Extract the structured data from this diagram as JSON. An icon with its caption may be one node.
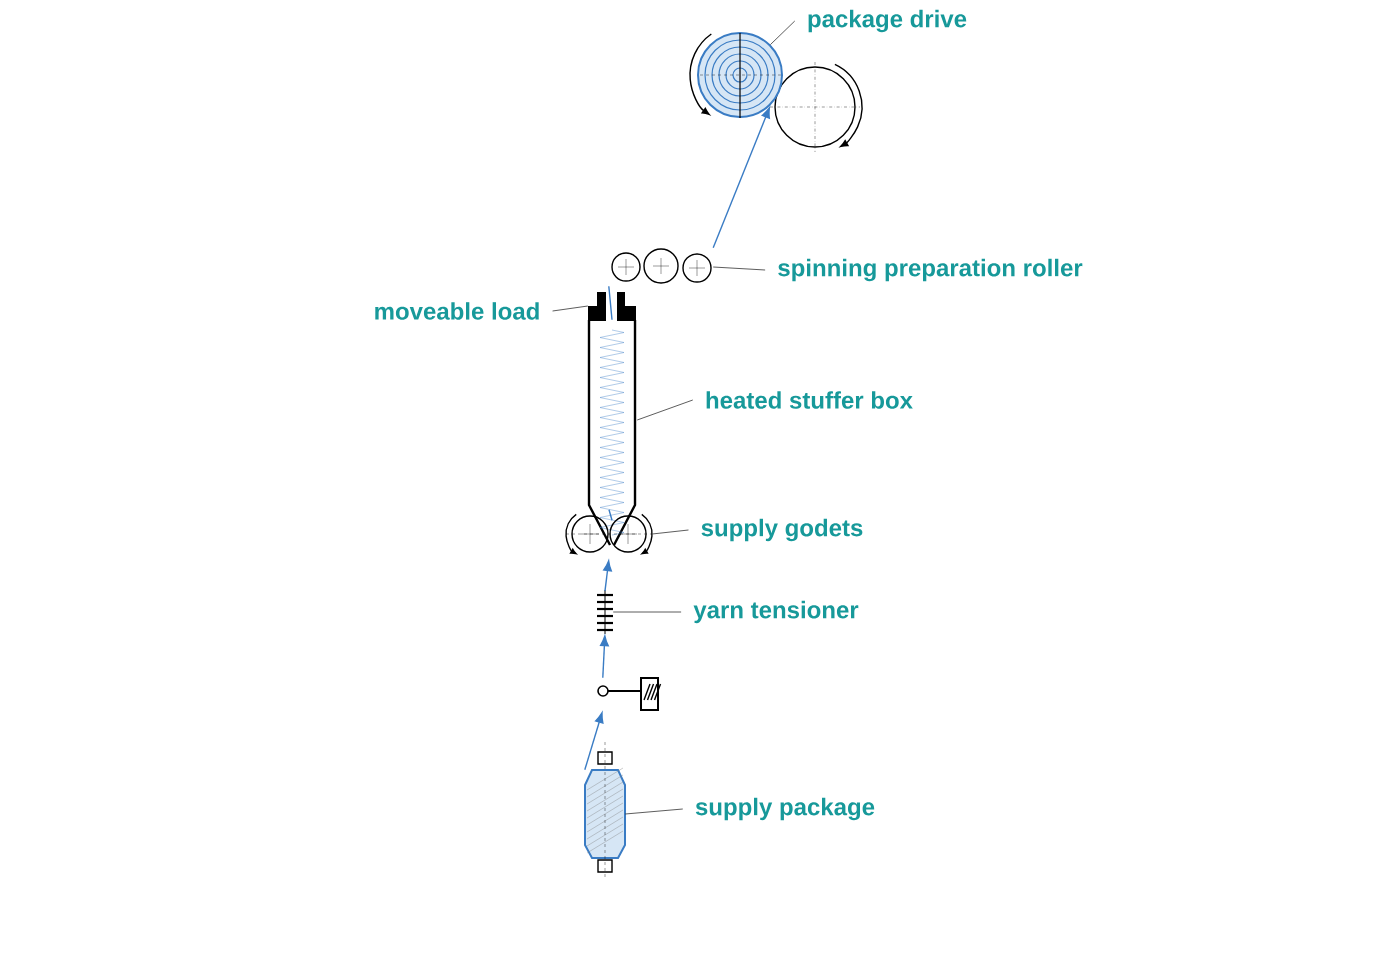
{
  "diagram": {
    "nodes": [
      {
        "text": [
          "package drive"
        ]
      },
      {
        "text": [],
        "shape": "circle"
      },
      {
        "text": [
          "spinning preparation roller"
        ]
      },
      {
        "text": [],
        "shape": "circle"
      },
      {
        "text": [
          "moveable load"
        ]
      },
      {
        "text": [],
        "shape": "box"
      },
      {
        "text": [
          "heated stuffer box"
        ]
      },
      {
        "text": [],
        "shape": "box"
      },
      {
        "text": [
          "supply godets"
        ]
      },
      {
        "text": [],
        "shape": "circle"
      },
      {
        "text": [
          "yarn tensioner"
        ]
      },
      {
        "text": [],
        "shape": "box"
      },
      {
        "text": [
          "supply package"
        ]
      },
      {
        "text": [],
        "shape": "cylinder"
      },
      {
        "text": [],
        "shape": "box"
      }
    ],
    "edges": [
      {
        "from": 0,
        "to": 1,
        "arrow": "none"
      },
      {
        "from": 2,
        "to": 3,
        "arrow": "none"
      },
      {
        "from": 4,
        "to": 5,
        "arrow": "none"
      },
      {
        "from": 6,
        "to": 7,
        "arrow": "none"
      },
      {
        "from": 8,
        "to": 9,
        "arrow": "none"
      },
      {
        "from": 10,
        "to": 11,
        "arrow": "none"
      },
      {
        "from": 12,
        "to": 13,
        "arrow": "none"
      },
      {
        "from": 13,
        "to": 14,
        "arrow": "to",
        "color": "#3a7cc4"
      },
      {
        "from": 14,
        "to": 11,
        "arrow": "to",
        "color": "#3a7cc4"
      },
      {
        "from": 11,
        "to": 9,
        "arrow": "to",
        "color": "#3a7cc4"
      },
      {
        "from": 9,
        "to": 7,
        "arrow": "none",
        "color": "#3a7cc4"
      },
      {
        "from": 7,
        "to": 3,
        "arrow": "none",
        "color": "#3a7cc4"
      },
      {
        "from": 3,
        "to": 1,
        "arrow": "to",
        "color": "#3a7cc4"
      }
    ]
  }
}
